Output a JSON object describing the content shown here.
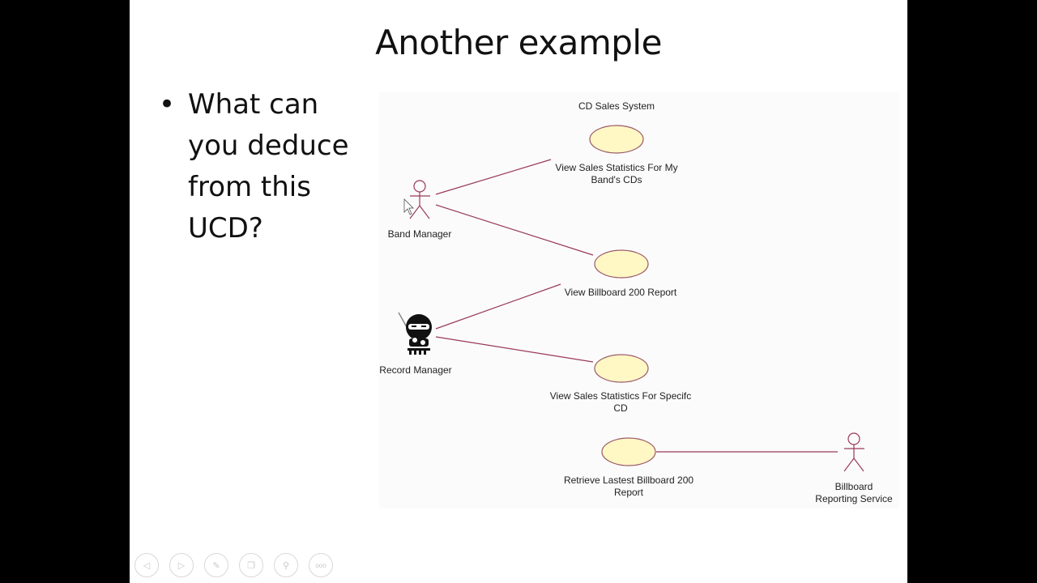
{
  "slide": {
    "title": "Another example",
    "bullet_symbol": "•",
    "bullet_text": "What can you deduce from this UCD?"
  },
  "diagram": {
    "system_name": "CD Sales System",
    "actors": [
      {
        "name": "Band Manager",
        "icon": "stick-figure-icon"
      },
      {
        "name": "Record Manager",
        "icon": "ninja-icon"
      },
      {
        "name": "Billboard Reporting Service",
        "icon": "stick-figure-icon"
      }
    ],
    "use_cases": [
      {
        "name": "View Sales Statistics For My Band's CDs"
      },
      {
        "name": "View Billboard 200 Report"
      },
      {
        "name": "View Sales Statistics For Specifc CD"
      },
      {
        "name": "Retrieve Lastest Billboard 200 Report"
      }
    ],
    "associations": [
      {
        "actor": "Band Manager",
        "use_case": "View Sales Statistics For My Band's CDs"
      },
      {
        "actor": "Band Manager",
        "use_case": "View Billboard 200 Report"
      },
      {
        "actor": "Record Manager",
        "use_case": "View Billboard 200 Report"
      },
      {
        "actor": "Record Manager",
        "use_case": "View Sales Statistics For Specifc CD"
      },
      {
        "actor": "Billboard Reporting Service",
        "use_case": "Retrieve Lastest Billboard 200 Report"
      }
    ],
    "colors": {
      "use_case_fill": "#fff7c4",
      "use_case_stroke": "#9a5a6a",
      "association_line": "#9a3a5a",
      "actor_stroke": "#9a3a5a",
      "background": "#fbfbfb"
    },
    "labels": {
      "uc1_line1": "View Sales Statistics For My",
      "uc1_line2": "Band's CDs",
      "uc2": "View Billboard 200 Report",
      "uc3_line1": "View Sales Statistics For Specifc",
      "uc3_line2": "CD",
      "uc4_line1": "Retrieve Lastest Billboard 200",
      "uc4_line2": "Report",
      "actor3_line1": "Billboard",
      "actor3_line2": "Reporting Service"
    }
  },
  "toolbar": {
    "buttons": [
      {
        "name": "previous-slide",
        "glyph": "◁"
      },
      {
        "name": "next-slide",
        "glyph": "▷"
      },
      {
        "name": "pen",
        "glyph": "✎"
      },
      {
        "name": "see-all-slides",
        "glyph": "❐"
      },
      {
        "name": "zoom",
        "glyph": "⚲"
      },
      {
        "name": "more-options",
        "glyph": "ooo"
      }
    ]
  }
}
